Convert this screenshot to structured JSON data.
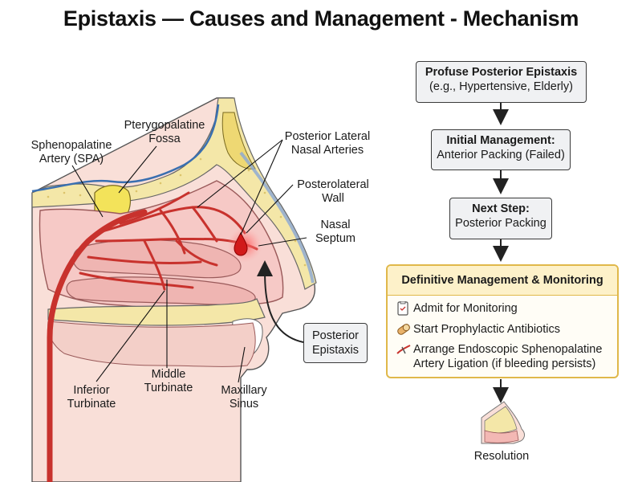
{
  "title": "Epistaxis — Causes and Management - Mechanism",
  "anatomy_labels": {
    "spa": [
      "Sphenopalatine",
      "Artery (SPA)"
    ],
    "pterygo": [
      "Pterygopalatine",
      "Fossa"
    ],
    "plna": [
      "Posterior Lateral",
      "Nasal Arteries"
    ],
    "plwall": [
      "Posterolateral",
      "Wall"
    ],
    "septum": [
      "Nasal",
      "Septum"
    ],
    "inferior": [
      "Inferior",
      "Turbinate"
    ],
    "middle": [
      "Middle",
      "Turbinate"
    ],
    "maxillary": [
      "Maxillary",
      "Sinus"
    ]
  },
  "epistaxis_box": [
    "Posterior",
    "Epistaxis"
  ],
  "flow": {
    "step1": {
      "bold": "Profuse Posterior Epistaxis",
      "normal": "(e.g., Hypertensive, Elderly)"
    },
    "step2": {
      "bold": "Initial Management:",
      "normal": "Anterior Packing (Failed)"
    },
    "step3": {
      "bold": "Next Step:",
      "normal": "Posterior Packing"
    },
    "definitive": {
      "header": "Definitive Management & Monitoring",
      "items": [
        {
          "icon": "clipboard-icon",
          "lines": [
            "Admit for Monitoring"
          ]
        },
        {
          "icon": "pill-icon",
          "lines": [
            "Start Prophylactic Antibiotics"
          ]
        },
        {
          "icon": "ligated-artery-icon",
          "lines": [
            "Arrange Endoscopic Sphenopalatine",
            "Artery Ligation (if bleeding persists)"
          ]
        }
      ]
    },
    "resolution": "Resolution"
  },
  "colors": {
    "artery": "#c8322d",
    "mucosa": "#f6c9c6",
    "bone": "#f4e7a8",
    "fossa": "#f3e35a",
    "box_fill": "#f0f1f3",
    "definitive_border": "#e0b84a",
    "definitive_header": "#fdf1c9"
  }
}
